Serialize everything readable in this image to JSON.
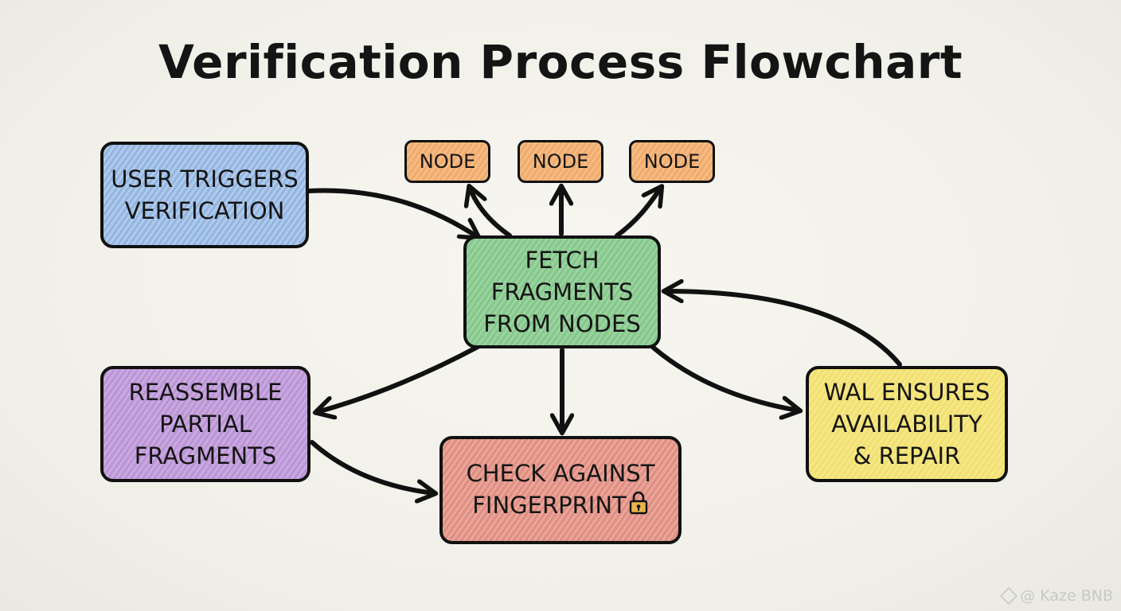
{
  "title": "Verification Process Flowchart",
  "nodes": {
    "user_triggers": {
      "lines": [
        "USER TRIGGERS",
        "VERIFICATION"
      ],
      "color": "#b7cfea"
    },
    "fetch_fragments": {
      "lines": [
        "FETCH",
        "FRAGMENTS",
        "FROM NODES"
      ],
      "color": "#9fd3a4"
    },
    "reassemble": {
      "lines": [
        "REASSEMBLE",
        "PARTIAL",
        "FRAGMENTS"
      ],
      "color": "#c9a9df"
    },
    "check_fingerprint": {
      "lines": [
        "CHECK AGAINST",
        "FINGERPRINT"
      ],
      "color": "#e6a79b",
      "icon": "lock-icon"
    },
    "wal_ensures": {
      "lines": [
        "WAL ENSURES",
        "AVAILABILITY",
        "& REPAIR"
      ],
      "color": "#f3e58a"
    },
    "node_boxes": [
      {
        "label": "NODE",
        "color": "#f2bb87"
      },
      {
        "label": "NODE",
        "color": "#f2bb87"
      },
      {
        "label": "NODE",
        "color": "#f2bb87"
      }
    ]
  },
  "edges": [
    {
      "from": "user_triggers",
      "to": "fetch_fragments"
    },
    {
      "from": "fetch_fragments",
      "to": "node_1"
    },
    {
      "from": "fetch_fragments",
      "to": "node_2"
    },
    {
      "from": "fetch_fragments",
      "to": "node_3"
    },
    {
      "from": "fetch_fragments",
      "to": "reassemble"
    },
    {
      "from": "fetch_fragments",
      "to": "check_fingerprint"
    },
    {
      "from": "fetch_fragments",
      "to": "wal_ensures"
    },
    {
      "from": "reassemble",
      "to": "check_fingerprint"
    },
    {
      "from": "wal_ensures",
      "to": "fetch_fragments"
    }
  ],
  "watermark": "@ Kaze BNB"
}
